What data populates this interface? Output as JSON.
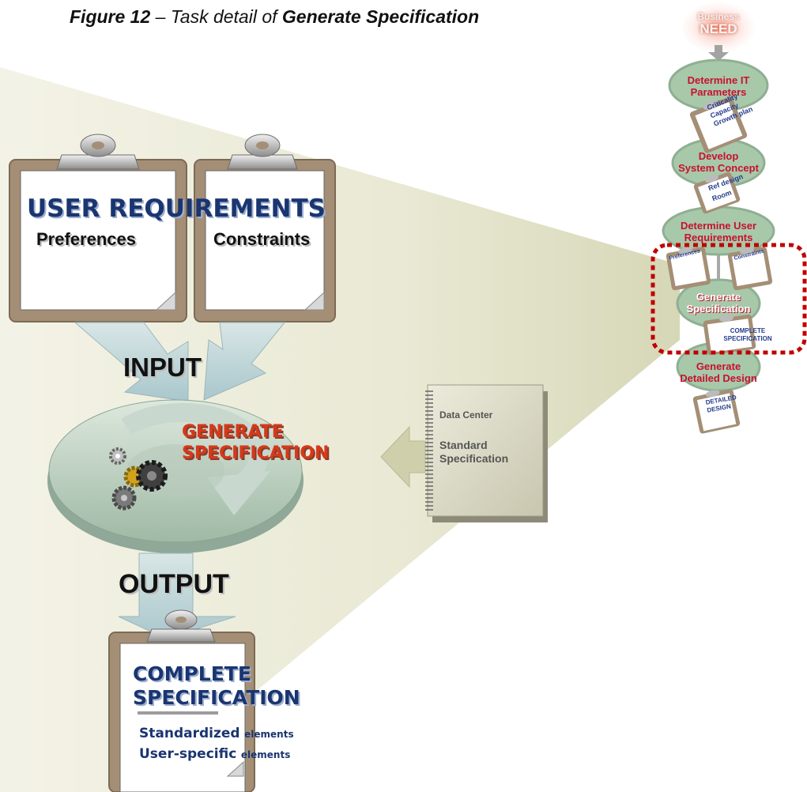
{
  "caption": {
    "figure": "Figure 12",
    "dash": " – Task detail of ",
    "title": "Generate Specification"
  },
  "user_requirements": {
    "heading": "USER  REQUIREMENTS",
    "left": "Preferences",
    "right": "Constraints"
  },
  "input_label": "INPUT",
  "output_label": "OUTPUT",
  "process": {
    "line1": "GENERATE",
    "line2": "SPECIFICATION",
    "icon": "gears-icon"
  },
  "standard_doc": {
    "line1": "Data Center",
    "line2": "Standard",
    "line3": "Specification"
  },
  "complete_spec": {
    "line1": "COMPLETE",
    "line2": "SPECIFICATION",
    "row1_bold": "Standardized",
    "row1_small": "elements",
    "row2_bold": "User-specific",
    "row2_small": "elements"
  },
  "flow": {
    "top_small": "Business",
    "top_big": "NEED",
    "steps": [
      {
        "line1": "Determine IT",
        "line2": "Parameters"
      },
      {
        "line1": "Develop",
        "line2": "System Concept"
      },
      {
        "line1": "Determine User",
        "line2": "Requirements"
      },
      {
        "line1": "Generate",
        "line2": "Specification"
      },
      {
        "line1": "Generate",
        "line2": "Detailed Design"
      }
    ],
    "clip1": [
      "Criticality",
      "Capacity",
      "Growth plan"
    ],
    "clip2": [
      "Ref design",
      "Room"
    ],
    "clip3_left": "Preferences",
    "clip3_right": "Constraints",
    "clip4": [
      "COMPLETE",
      "SPECIFICATION"
    ],
    "clip5": [
      "DETAILED",
      "DESIGN"
    ]
  },
  "colors": {
    "accent_red": "#d5391a",
    "title_blue": "#1a3570",
    "oval_green": "#a9c9a4",
    "clipboard_frame": "#a48f76",
    "highlight_border": "#c00000"
  }
}
